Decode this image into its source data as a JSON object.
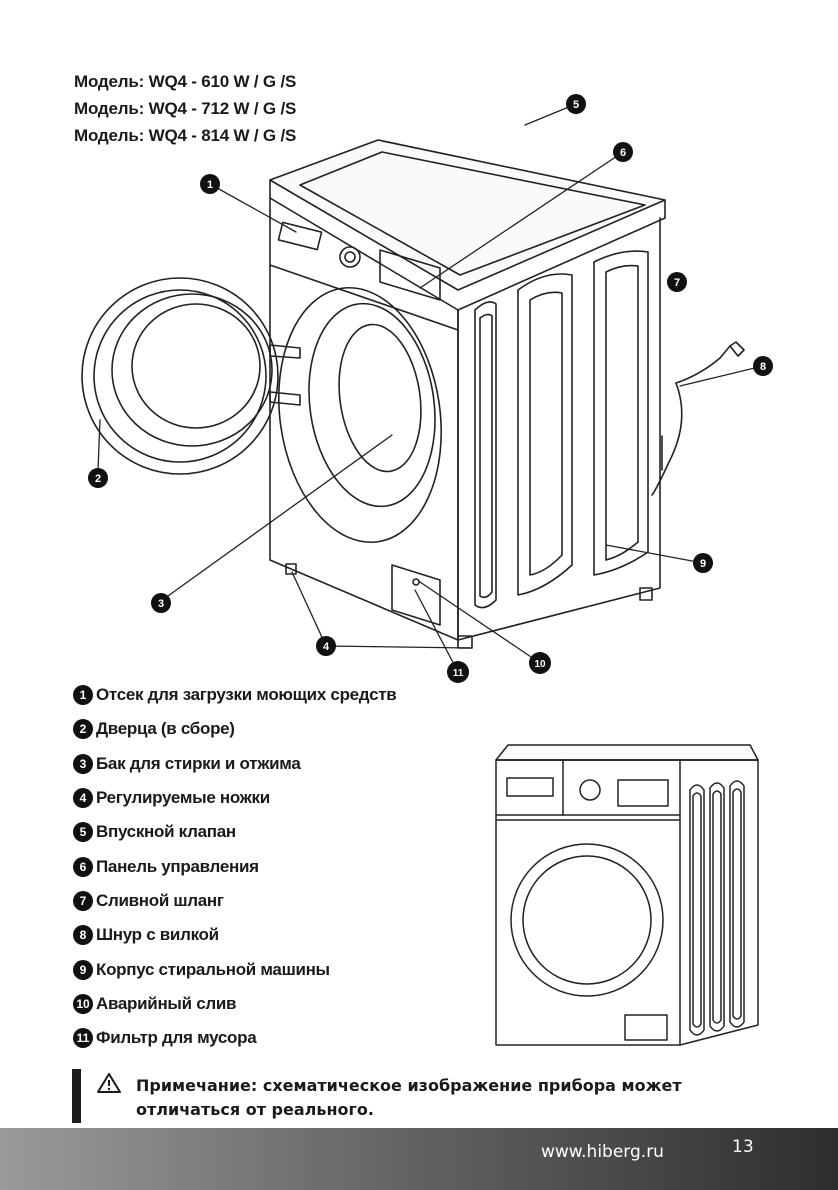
{
  "models": [
    "Модель: WQ4 - 610 W / G /S",
    "Модель: WQ4 - 712 W / G /S",
    "Модель: WQ4 - 814 W / G /S"
  ],
  "callouts": [
    "1",
    "2",
    "3",
    "4",
    "5",
    "6",
    "7",
    "8",
    "9",
    "10",
    "11"
  ],
  "legend": [
    {
      "num": "1",
      "label": "Отсек для загрузки моющих средств"
    },
    {
      "num": "2",
      "label": "Дверца (в сборе)"
    },
    {
      "num": "3",
      "label": "Бак для стирки и отжима"
    },
    {
      "num": "4",
      "label": "Регулируемые ножки"
    },
    {
      "num": "5",
      "label": "Впускной клапан"
    },
    {
      "num": "6",
      "label": "Панель управления"
    },
    {
      "num": "7",
      "label": "Сливной шланг"
    },
    {
      "num": "8",
      "label": "Шнур с вилкой"
    },
    {
      "num": "9",
      "label": "Корпус стиральной машины"
    },
    {
      "num": "10",
      "label": "Аварийный слив"
    },
    {
      "num": "11",
      "label": "Фильтр для мусора"
    }
  ],
  "note": {
    "icon": "warning-icon",
    "line1": "Примечание: схематическое изображение прибора может",
    "line2": "отличаться от реального."
  },
  "footer": {
    "url": "www.hiberg.ru",
    "page": "13"
  }
}
